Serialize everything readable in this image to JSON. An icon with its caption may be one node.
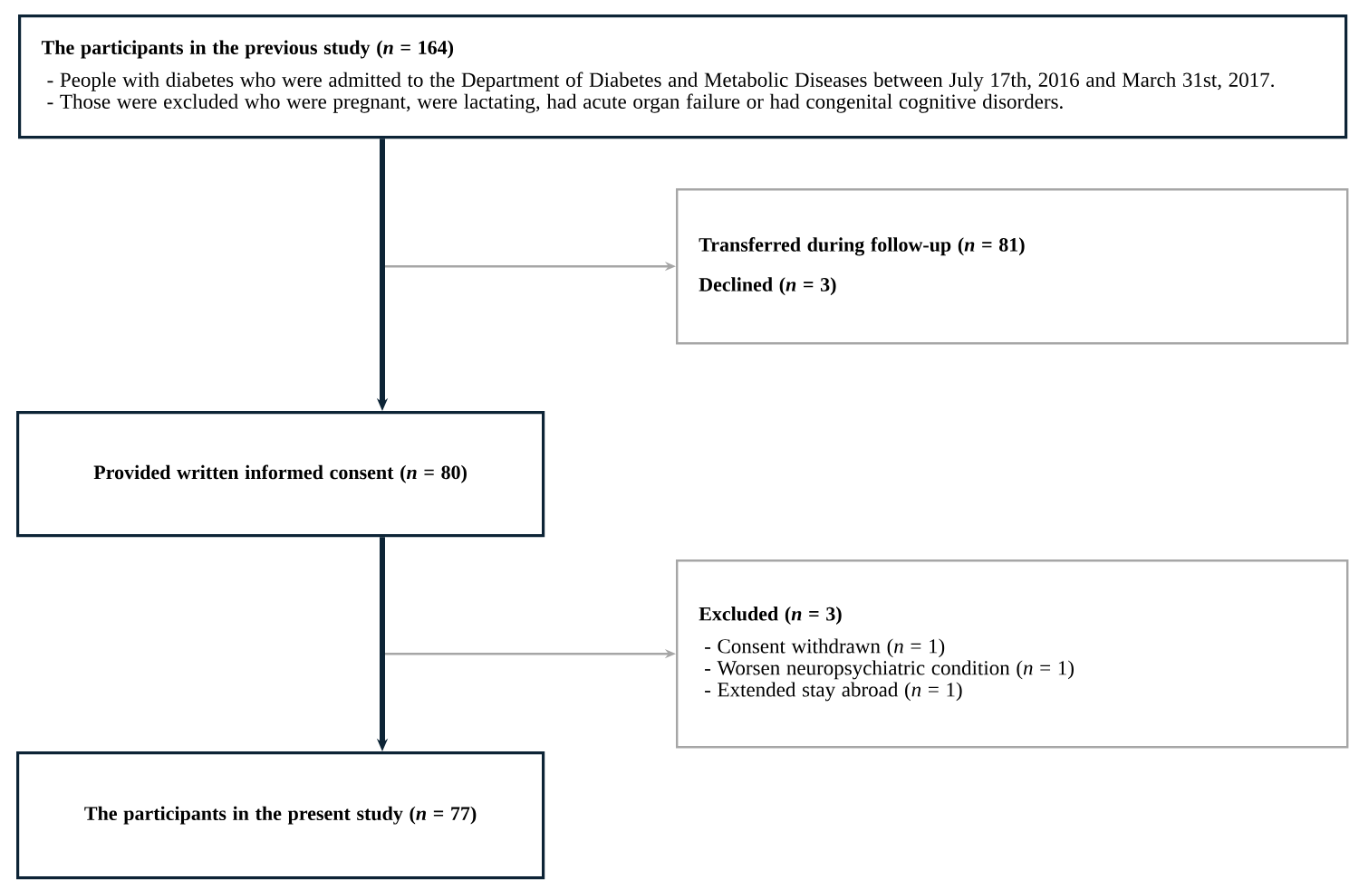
{
  "diagram": {
    "nodes": [
      {
        "text": [
          "The participants in the previous study (*n* = 164)",
          "- People with diabetes who were admitted to the Department of Diabetes and Metabolic Diseases between July 17th, 2016 and March 31st, 2017.",
          "- Those were excluded who were pregnant, were lactating, had acute organ failure or had congenital cognitive disorders."
        ]
      },
      {
        "text": [
          "Transferred during follow-up (*n* = 81)",
          "Declined (*n* = 3)"
        ]
      },
      {
        "text": [
          "Provided written informed consent (*n* = 80)"
        ]
      },
      {
        "text": [
          "Excluded (*n* = 3)",
          "- Consent withdrawn (*n* = 1)",
          "- Worsen neuropsychiatric condition (*n* = 1)",
          "- Extended stay abroad (*n* = 1)"
        ]
      },
      {
        "text": [
          "The participants in the present study (*n* = 77)"
        ]
      }
    ],
    "edges": [
      {
        "from": 0,
        "to": 2,
        "arrow": "to",
        "style": "thick",
        "color": "#0d2436"
      },
      {
        "from": 0,
        "to": 1,
        "arrow": "to",
        "color": "#a6a6a6"
      },
      {
        "from": 2,
        "to": 4,
        "arrow": "to",
        "style": "thick",
        "color": "#0d2436"
      },
      {
        "from": 2,
        "to": 3,
        "arrow": "to",
        "color": "#a6a6a6"
      }
    ]
  }
}
